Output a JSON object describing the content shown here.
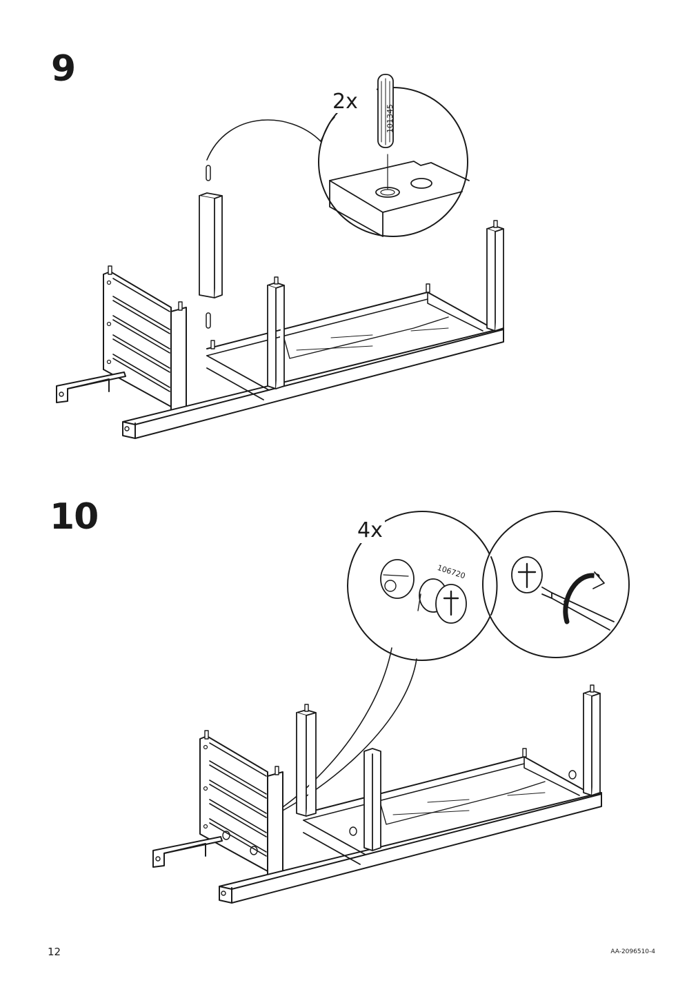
{
  "steps": [
    {
      "number": "9",
      "quantity": "2x",
      "part_number": "101345",
      "part_icon": "wooden-dowel-icon"
    },
    {
      "number": "10",
      "quantity": "4x",
      "part_number": "106720",
      "part_icon": "cam-lock-icon",
      "tool_icon": "flathead-screwdriver-icon"
    }
  ],
  "footer": {
    "page_number": "12",
    "document_code": "AA-2096510-4"
  }
}
